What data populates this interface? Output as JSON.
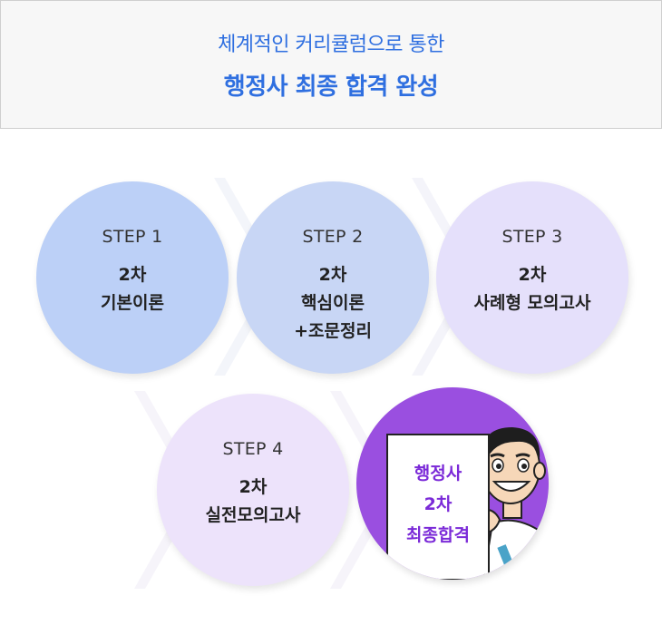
{
  "header": {
    "subtitle": "체계적인 커리큘럼으로 통한",
    "title": "행정사 최종 합격 완성"
  },
  "steps": [
    {
      "label": "STEP 1",
      "text": "2차\n기본이론",
      "color": "#bcd0f7"
    },
    {
      "label": "STEP 2",
      "text": "2차\n핵심이론\n+조문정리",
      "color": "#c8d6f5"
    },
    {
      "label": "STEP 3",
      "text": "2차\n사례형 모의고사",
      "color": "#e5e0fb"
    },
    {
      "label": "STEP 4",
      "text": "2차\n실전모의고사",
      "color": "#ede3fb"
    }
  ],
  "final": {
    "line1": "행정사",
    "line2": "2차",
    "line3": "최종합격",
    "bg_color": "#9a4fe0",
    "text_color": "#7b2ad8"
  },
  "icons": [
    "chevron-right-icon",
    "cartoon-man-illustration"
  ]
}
